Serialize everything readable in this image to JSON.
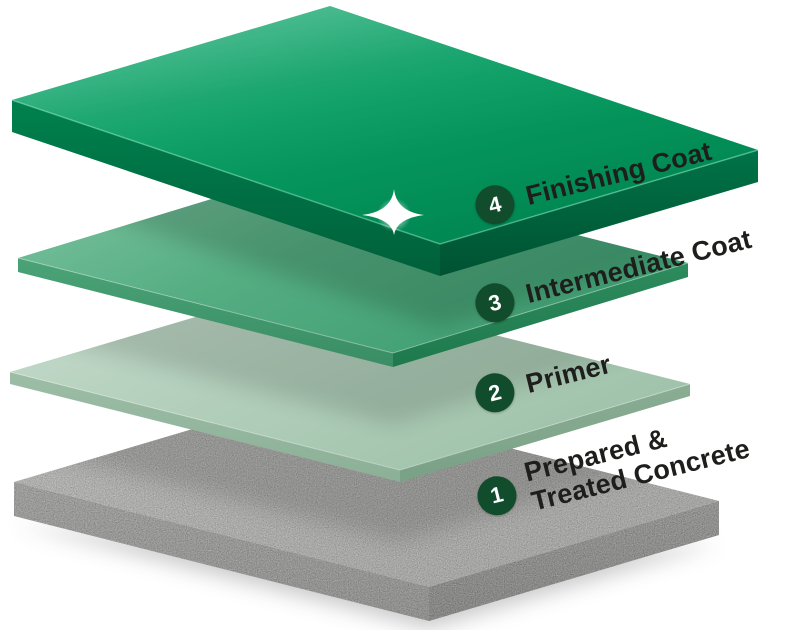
{
  "diagram": {
    "type": "layered-flooring-system",
    "description": "Exploded isometric view of four flooring system layers",
    "layers": [
      {
        "number": "4",
        "label": "Finishing Coat"
      },
      {
        "number": "3",
        "label": "Intermediate Coat"
      },
      {
        "number": "2",
        "label": "Primer"
      },
      {
        "number": "1",
        "label": "Prepared & Treated Concrete",
        "label_line1": "Prepared &",
        "label_line2": "Treated Concrete"
      }
    ],
    "colors": {
      "badge_green": "#114d2c",
      "label_text": "#1e1e1c",
      "finishing_coat_green": "#009a60",
      "intermediate_coat_green": "#55ad82",
      "primer_green": "#b0cdb9",
      "concrete_gray": "#b2b2b0"
    }
  }
}
